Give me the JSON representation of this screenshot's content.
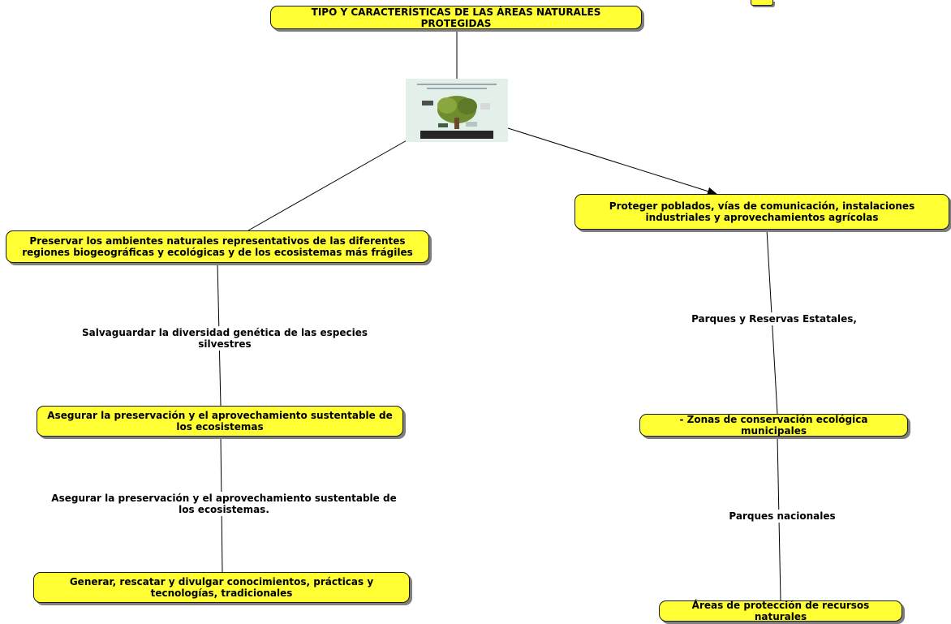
{
  "nodes": {
    "root": "TIPO Y CARACTERÍSTICAS DE LAS ÁREAS NATURALES PROTEGIDAS",
    "left_1": "Preservar los ambientes naturales representativos de las diferentes regiones biogeográficas y ecológicas y de los ecosistemas más frágiles",
    "left_2": "Asegurar la preservación y el aprovechamiento sustentable de los ecosistemas",
    "left_3": "Generar, rescatar y divulgar conocimientos, prácticas y tecnologías, tradicionales",
    "right_1": "Proteger poblados, vías de comunicación, instalaciones industriales y aprovechamientos agrícolas",
    "right_2": "- Zonas de conservación ecológica municipales",
    "right_3": "Áreas de protección de recursos naturales"
  },
  "link_labels": {
    "left_1_2": "Salvaguardar la diversidad genética de las especies silvestres",
    "left_2_3": "Asegurar la preservación y el aprovechamiento sustentable de los ecosistemas.",
    "right_1_2": "Parques y Reservas Estatales,",
    "right_2_3": "Parques nacionales"
  },
  "image": {
    "icon": "tree-illustration-icon"
  },
  "colors": {
    "node_fill": "#ffff33",
    "node_border": "#1a1a1a",
    "node_shadow": "#7f7f7f",
    "line": "#000000"
  }
}
